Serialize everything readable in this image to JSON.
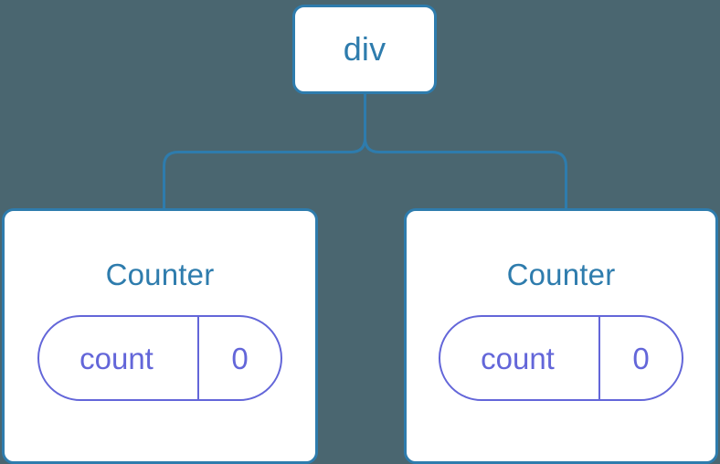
{
  "diagram": {
    "type": "component-tree",
    "background_color": "#4a6670",
    "node_border_color": "#2e7cad",
    "node_text_color": "#2e7cad",
    "node_fill_color": "#ffffff",
    "state_accent_color": "#6366d9",
    "connector_color": "#2e7cad"
  },
  "root": {
    "label": "div"
  },
  "children": [
    {
      "label": "Counter",
      "state": {
        "key": "count",
        "value": "0"
      }
    },
    {
      "label": "Counter",
      "state": {
        "key": "count",
        "value": "0"
      }
    }
  ]
}
